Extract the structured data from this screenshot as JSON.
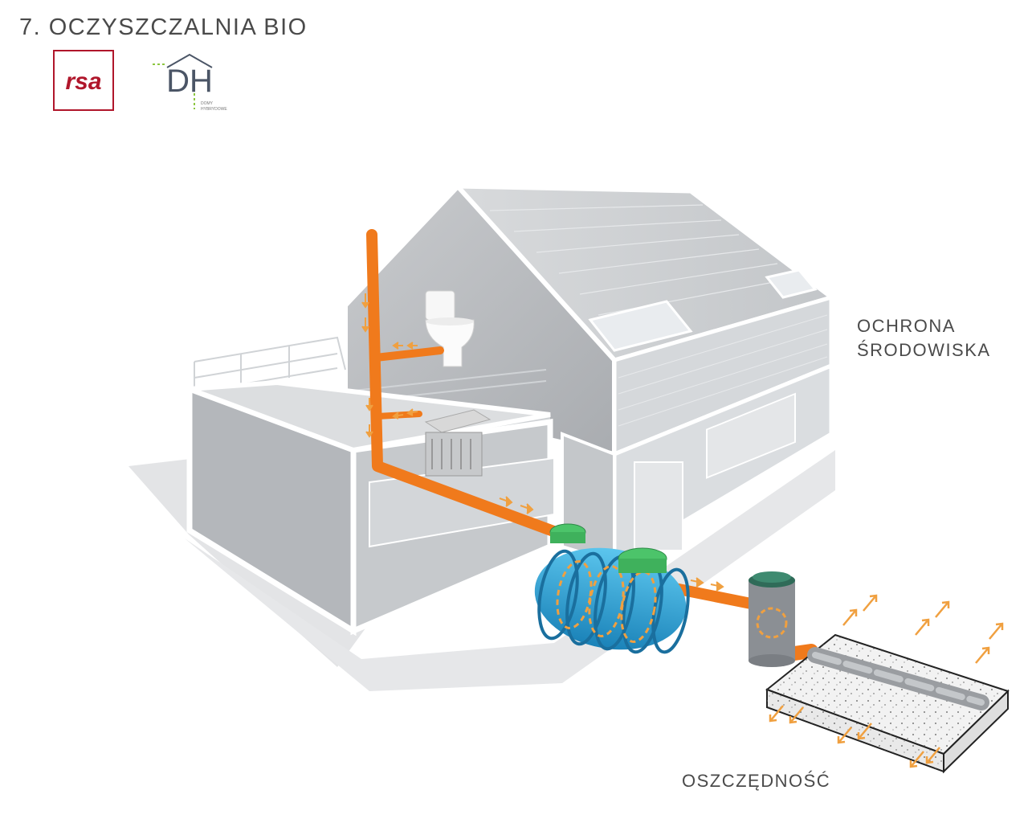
{
  "header": {
    "title": "7. OCZYSZCZALNIA BIO"
  },
  "logos": {
    "rsa": {
      "text": "rsa",
      "color": "#b0162b"
    },
    "dh": {
      "letters": "DH",
      "tagline_1": "DOMY",
      "tagline_2": "HYBRYDOWE",
      "color": "#4b5566",
      "accent": "#8cc63f"
    }
  },
  "labels": {
    "environment_line1": "OCHRONA",
    "environment_line2": "ŚRODOWISKA",
    "savings": "OSZCZĘDNOŚĆ"
  },
  "colors": {
    "pipe": "#f07a1c",
    "flow_arrow": "#f0a040",
    "tank": "#2aa4d8",
    "tank_lid": "#4cc46a",
    "house_fill": "#b9bcc0",
    "house_outline": "#ffffff"
  },
  "icons": [
    "toilet-icon",
    "stove-icon",
    "septic-tank-icon",
    "distribution-well-icon",
    "drainage-field-icon"
  ]
}
